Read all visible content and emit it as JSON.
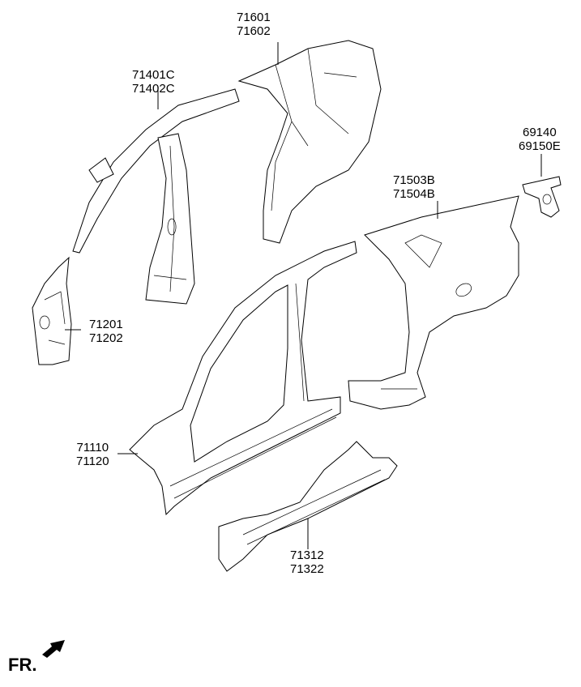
{
  "callouts": [
    {
      "id": "quarter-inner",
      "lines": [
        "71601",
        "71602"
      ]
    },
    {
      "id": "roof-rail",
      "lines": [
        "71401C",
        "71402C"
      ]
    },
    {
      "id": "fuel-filler",
      "lines": [
        "69140",
        "69150E"
      ]
    },
    {
      "id": "quarter-panel",
      "lines": [
        "71503B",
        "71504B"
      ]
    },
    {
      "id": "front-pillar",
      "lines": [
        "71201",
        "71202"
      ]
    },
    {
      "id": "side-outer",
      "lines": [
        "71110",
        "71120"
      ]
    },
    {
      "id": "side-sill",
      "lines": [
        "71312",
        "71322"
      ]
    }
  ],
  "orientation_label": "FR."
}
